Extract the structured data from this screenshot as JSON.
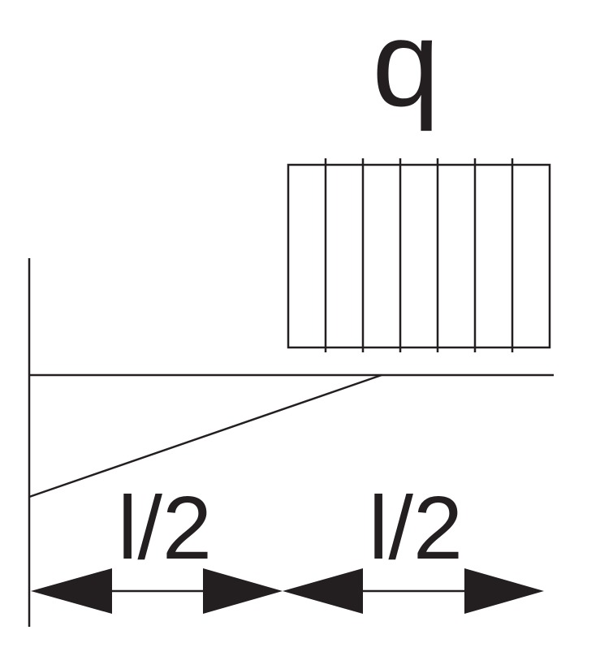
{
  "diagram": {
    "load_label": "q",
    "left_span_label": "l/2",
    "right_span_label": "l/2",
    "colors": {
      "stroke": "#231f20",
      "background": "#ffffff"
    }
  }
}
